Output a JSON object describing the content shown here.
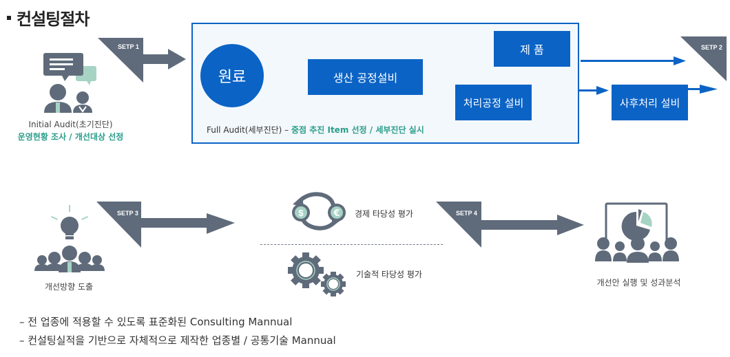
{
  "title": "컨설팅절차",
  "colors": {
    "accent_blue": "#0b63c5",
    "icon_gray": "#5f6b7a",
    "icon_mint": "#a7d3c5",
    "highlight_teal": "#2a9d8a"
  },
  "steps": [
    {
      "label": "SETP 1"
    },
    {
      "label": "SETP 2"
    },
    {
      "label": "SETP 3"
    },
    {
      "label": "SETP 4"
    }
  ],
  "initial_audit": {
    "title": "Initial Audit(초기진단)",
    "subtitle": "운영현황 조사 / 개선대상 선정",
    "icon": "consultation-icon"
  },
  "full_audit": {
    "raw_material": "원료",
    "production": "생산 공정설비",
    "product": "제 품",
    "treatment": "처리공정 설비",
    "post_treatment": "사후처리 설비",
    "caption_prefix": "Full Audit(세부진단) – ",
    "caption_highlight": "중점 추진 Item 선정 / 세부진단 실시"
  },
  "step3": {
    "label": "개선방향 도출",
    "icon": "idea-team-icon"
  },
  "evaluation": {
    "economic": {
      "label": "경제 타당성 평가",
      "icon": "currency-exchange-icon"
    },
    "technical": {
      "label": "기술적 타당성 평가",
      "icon": "gears-icon"
    }
  },
  "step4": {
    "label": "개선안 실행 및 성과분석",
    "icon": "presentation-audience-icon"
  },
  "notes": [
    "– 전 업종에 적용할 수 있도록 표준화된 Consulting Mannual",
    "– 컨설팅실적을 기반으로 자체적으로 제작한 업종별 / 공통기술 Mannual"
  ]
}
